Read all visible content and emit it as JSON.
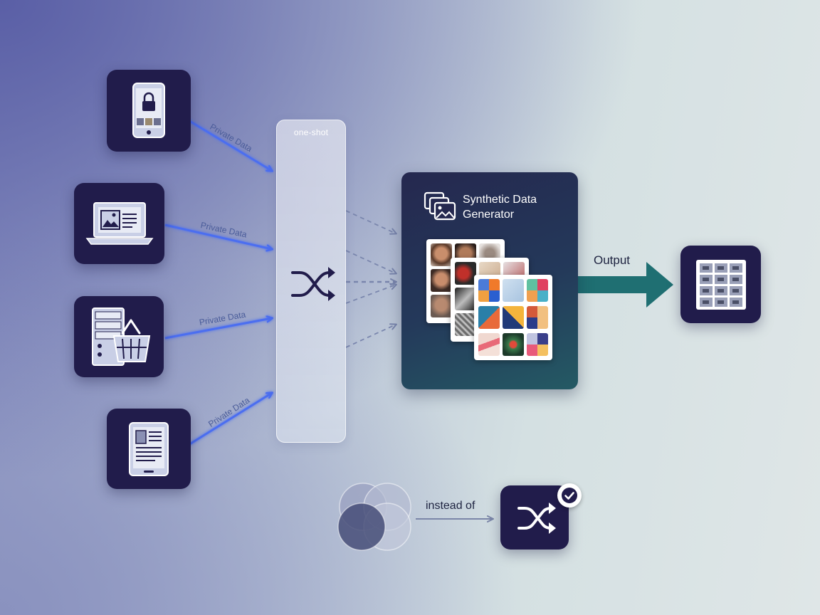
{
  "diagram": {
    "sources": [
      {
        "label": "Private Data",
        "device": "smartphone-with-lock"
      },
      {
        "label": "Private Data",
        "device": "laptop-with-image"
      },
      {
        "label": "Private Data",
        "device": "server-with-shopping-basket"
      },
      {
        "label": "Private Data",
        "device": "tablet-with-document"
      }
    ],
    "oneshot": {
      "label": "one-shot",
      "icon": "shuffle-icon"
    },
    "generator": {
      "title": "Synthetic Data\nGenerator",
      "icon": "images-icon"
    },
    "output": {
      "label": "Output",
      "icon": "image-grid-icon"
    },
    "comparison": {
      "label": "instead of",
      "left_icon": "overlapping-circles-icon",
      "right_icon": "shuffle-icon",
      "badge_icon": "check-icon"
    },
    "colors": {
      "tile": "#211c4b",
      "arrow": "#4c6ef0",
      "dashed": "#7a86ad",
      "output_arrow": "#1f6f72",
      "panel_top": "#25284f",
      "panel_bottom": "#245a64"
    }
  }
}
